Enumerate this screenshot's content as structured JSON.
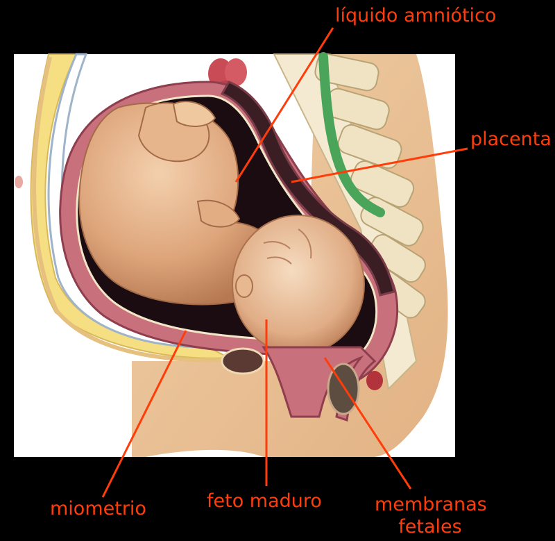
{
  "colors": {
    "background": "#000000",
    "label": "#ff3d0a",
    "panel": "#ffffff",
    "skin": "#e8c095",
    "fat": "#f6df83",
    "uterus_wall": "#c9707d",
    "fetus": "#dca37a",
    "spinal_cord": "#4aa55a",
    "vertebra": "#efe3c3"
  },
  "labels": {
    "amniotic_fluid": "líquido amniótico",
    "placenta": "placenta",
    "myometrium": "miometrio",
    "mature_fetus": "feto maduro",
    "fetal_membranes_line1": "membranas",
    "fetal_membranes_line2": "fetales"
  }
}
